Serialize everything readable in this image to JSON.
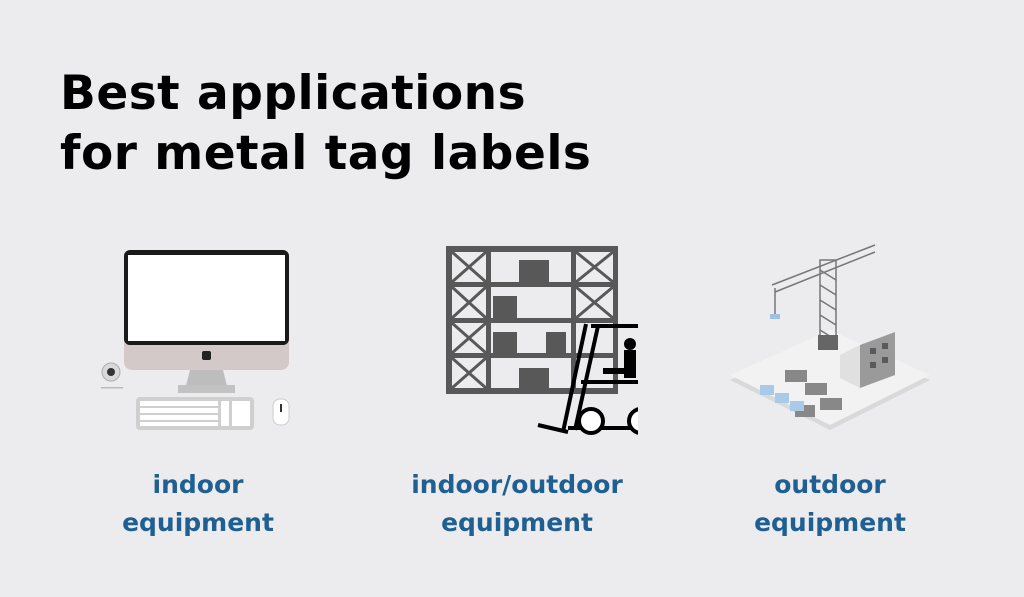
{
  "title": {
    "line1": "Best applications",
    "line2": "for metal tag labels"
  },
  "items": [
    {
      "label_line1": "indoor",
      "label_line2": "equipment",
      "icon": "desktop-computer-icon"
    },
    {
      "label_line1": "indoor/outdoor",
      "label_line2": "equipment",
      "icon": "forklift-warehouse-icon"
    },
    {
      "label_line1": "outdoor",
      "label_line2": "equipment",
      "icon": "construction-crane-icon"
    }
  ],
  "colors": {
    "background": "#ececee",
    "caption": "#1f5f91",
    "title": "#000000"
  }
}
